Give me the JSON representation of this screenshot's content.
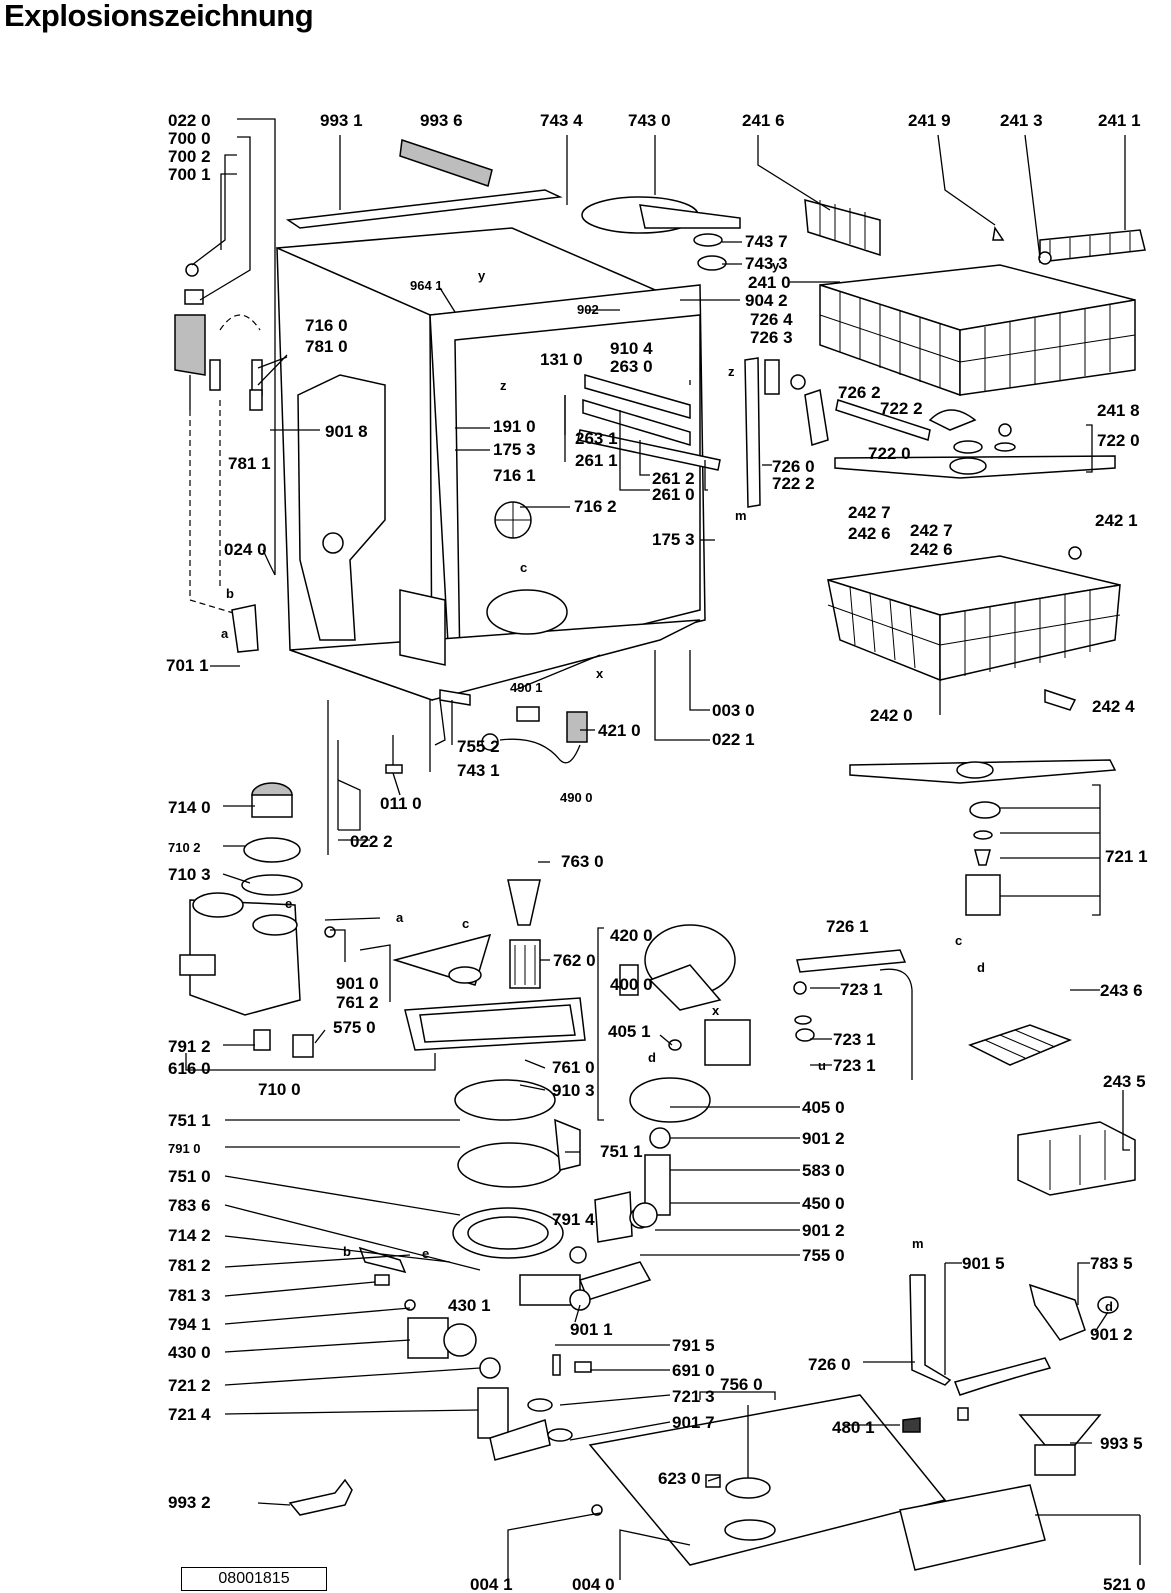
{
  "title": "Explosionszeichnung",
  "drawing_number": "08001815",
  "labels": [
    "022 0",
    "700 0",
    "700 2",
    "700 1",
    "993 1",
    "993 6",
    "743 4",
    "743 0",
    "241 6",
    "241 9",
    "241 3",
    "241 1",
    "743 7",
    "743 3",
    "241 0",
    "904 2",
    "964 1",
    "902",
    "726 4",
    "726 3",
    "716 0",
    "781 0",
    "910 4",
    "263 0",
    "131 0",
    "726 2",
    "241 8",
    "722 2",
    "722 0",
    "722 0",
    "901 8",
    "191 0",
    "175 3",
    "263 1",
    "261 1",
    "781 1",
    "716 1",
    "261 2",
    "261 0",
    "726 0",
    "722 2",
    "716 2",
    "175 3",
    "024 0",
    "242 7",
    "242 6",
    "242 7",
    "242 6",
    "242 1",
    "701 1",
    "490 1",
    "421 0",
    "003 0",
    "022 1",
    "242 0",
    "242 4",
    "755 2",
    "743 1",
    "011 0",
    "490 0",
    "714 0",
    "710 2",
    "022 2",
    "721 1",
    "710 3",
    "763 0",
    "420 0",
    "726 1",
    "762 0",
    "400 0",
    "723 1",
    "243 6",
    "901 0",
    "761 2",
    "405 1",
    "723 1",
    "723 1",
    "791 2",
    "616 0",
    "575 0",
    "761 0",
    "910 3",
    "710 0",
    "243 5",
    "751 1",
    "405 0",
    "791 0",
    "751 1",
    "901 2",
    "751 0",
    "583 0",
    "783 6",
    "450 0",
    "714 2",
    "791 4",
    "901 2",
    "781 2",
    "755 0",
    "901 5",
    "783 5",
    "781 3",
    "794 1",
    "430 1",
    "901 1",
    "901 2",
    "430 0",
    "791 5",
    "691 0",
    "726 0",
    "721 2",
    "721 3",
    "756 0",
    "721 4",
    "901 7",
    "480 1",
    "993 5",
    "623 0",
    "993 2",
    "004 1",
    "004 0",
    "521 0"
  ],
  "letters": [
    "a",
    "b",
    "c",
    "d",
    "e",
    "m",
    "u",
    "x",
    "y",
    "z"
  ]
}
